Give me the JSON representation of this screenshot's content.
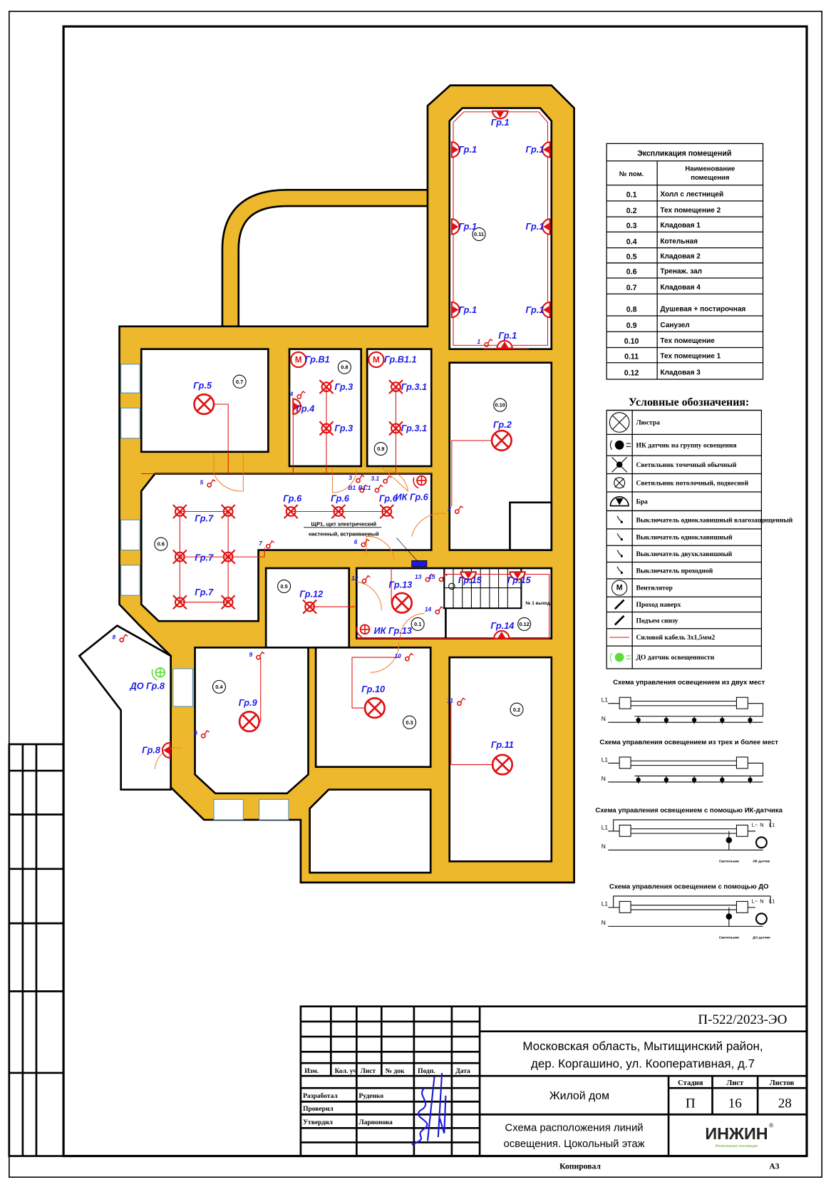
{
  "colors": {
    "wall": "#eeb82c",
    "fixture": "#e01010",
    "label": "#1a1ae6",
    "sensor_do": "#5ddc3c",
    "door": "#f08030",
    "signature": "#1a1adc"
  },
  "rooms_table": {
    "title": "Экспликация помещений",
    "col_num": "№ пом.",
    "col_name_1": "Наименование",
    "col_name_2": "помещения",
    "rows": [
      {
        "num": "0.1",
        "name": "Холл с лестницей"
      },
      {
        "num": "0.2",
        "name": "Тех помещение 2"
      },
      {
        "num": "0.3",
        "name": "Кладовая 1"
      },
      {
        "num": "0.4",
        "name": "Котельная"
      },
      {
        "num": "0.5",
        "name": "Кладовая 2"
      },
      {
        "num": "0.6",
        "name": "Тренаж. зал"
      },
      {
        "num": "0.7",
        "name": "Кладовая 4"
      },
      {
        "num": "0.8",
        "name": "Душевая + постирочная"
      },
      {
        "num": "0.9",
        "name": "Санузел"
      },
      {
        "num": "0.10",
        "name": "Тех помещение"
      },
      {
        "num": "0.11",
        "name": "Тех помещение 1"
      },
      {
        "num": "0.12",
        "name": "Кладовая 3"
      }
    ]
  },
  "legend": {
    "title": "Условные обозначения:",
    "items": [
      {
        "icon": "chandelier-icon",
        "label": "Люстра"
      },
      {
        "icon": "ir-sensor-icon",
        "label": "ИК датчик на группу освещения"
      },
      {
        "icon": "spot-light-icon",
        "label": "Светильник точечный обычный"
      },
      {
        "icon": "ceiling-light-icon",
        "label": "Светильник потолочный, подвесной"
      },
      {
        "icon": "sconce-icon",
        "label": "Бра"
      },
      {
        "icon": "switch-waterproof-icon",
        "label": "Выключатель одноклавишный влагозащищенный"
      },
      {
        "icon": "switch-single-icon",
        "label": "Выключатель одноклавишный"
      },
      {
        "icon": "switch-double-icon",
        "label": "Выключатель двухклавишный"
      },
      {
        "icon": "switch-passthrough-icon",
        "label": "Выключатель проходной"
      },
      {
        "icon": "fan-icon",
        "label": "Вентилятор"
      },
      {
        "icon": "pass-up-icon",
        "label": "Проход наверх"
      },
      {
        "icon": "rise-below-icon",
        "label": "Подъем снизу"
      },
      {
        "icon": "cable-line-icon",
        "label": "Силовой кабель 3х1,5мм2"
      },
      {
        "icon": "do-sensor-icon",
        "label": "ДО датчик освещенности"
      }
    ]
  },
  "schemes": [
    {
      "title": "Схема управления освещением из двух мест",
      "L": "L1",
      "N": "N"
    },
    {
      "title": "Схема управления освещением из трех и более мест",
      "L": "L1",
      "N": "N"
    },
    {
      "title": "Схема управления освещением с помощью ИК-датчика",
      "L": "L1",
      "N": "N",
      "Lout": "L~",
      "Nout": "N",
      "Lin": "L1",
      "lamp": "Светильник",
      "sensor": "ИК датчик"
    },
    {
      "title": "Схема управления освещением с помощью ДО",
      "L": "L1",
      "N": "N",
      "Lout": "L~",
      "Nout": "N",
      "Lin": "L1",
      "lamp": "Светильник",
      "sensor": "ДО датчик"
    }
  ],
  "plan": {
    "room_tags": [
      "0.7",
      "0.8",
      "0.9",
      "0.10",
      "0.11",
      "0.6",
      "0.5",
      "0.1",
      "0.12",
      "0.4",
      "0.3",
      "0.2"
    ],
    "fixtures": [
      {
        "type": "sconce",
        "label": "Гр.1"
      },
      {
        "type": "sconce",
        "label": "Гр.1"
      },
      {
        "type": "sconce",
        "label": "Гр.1"
      },
      {
        "type": "sconce",
        "label": "Гр.1"
      },
      {
        "type": "sconce",
        "label": "Гр.1"
      },
      {
        "type": "sconce",
        "label": "Гр.1"
      },
      {
        "type": "sconce",
        "label": "Гр.1"
      },
      {
        "type": "sconce",
        "label": "Гр.1"
      },
      {
        "type": "fan",
        "label": "Гр.В1"
      },
      {
        "type": "fan",
        "label": "Гр.В1.1"
      },
      {
        "type": "spot",
        "label": "Гр.3"
      },
      {
        "type": "spot",
        "label": "Гр.3"
      },
      {
        "type": "spot",
        "label": "Гр.3.1"
      },
      {
        "type": "spot",
        "label": "Гр.3.1"
      },
      {
        "type": "sconce",
        "label": "Гр.4"
      },
      {
        "type": "chandelier",
        "label": "Гр.5"
      },
      {
        "type": "chandelier",
        "label": "Гр.2"
      },
      {
        "type": "spot",
        "label": "Гр.6"
      },
      {
        "type": "spot",
        "label": "Гр.6"
      },
      {
        "type": "spot",
        "label": "Гр.6"
      },
      {
        "type": "ir",
        "label": "ИК Гр.6"
      },
      {
        "type": "spot",
        "label": "Гр.7"
      },
      {
        "type": "spot",
        "label": ""
      },
      {
        "type": "spot",
        "label": "Гр.7"
      },
      {
        "type": "spot",
        "label": ""
      },
      {
        "type": "spot",
        "label": "Гр.7"
      },
      {
        "type": "spot",
        "label": ""
      },
      {
        "type": "spot",
        "label": "Гр.12"
      },
      {
        "type": "chandelier",
        "label": "Гр.13"
      },
      {
        "type": "ir",
        "label": "ИК Гр.13"
      },
      {
        "type": "sconce",
        "label": "Гр.15"
      },
      {
        "type": "sconce",
        "label": "Гр.15"
      },
      {
        "type": "sconce",
        "label": "Гр.14"
      },
      {
        "type": "chandelier",
        "label": "Гр.9"
      },
      {
        "type": "chandelier",
        "label": "Гр.10"
      },
      {
        "type": "chandelier",
        "label": "Гр.11"
      },
      {
        "type": "sconce",
        "label": "Гр.8"
      },
      {
        "type": "do",
        "label": "ДО Гр.8"
      }
    ],
    "switches": [
      "1",
      "2",
      "3",
      "3.1",
      "В1",
      "В1.1",
      "4",
      "5",
      "6",
      "7",
      "8",
      "9",
      "9",
      "10",
      "11",
      "12",
      "13",
      "15",
      "14"
    ],
    "panel_note_1": "ЩР1, щит электрический",
    "panel_note_2": "настенный, встраиваемый",
    "exit_note": "№ 1 выход"
  },
  "title_block": {
    "code": "П-522/2023-ЭО",
    "address_1": "Московская область, Мытищинский район,",
    "address_2": "дер. Коргашино, ул. Кооперативная, д.7",
    "object": "Жилой дом",
    "sheet_title_1": "Схема расположения линий",
    "sheet_title_2": "освещения. Цокольный этаж",
    "col_headers": [
      "Изм.",
      "Кол. уч",
      "Лист",
      "№ док",
      "Подп.",
      "Дата"
    ],
    "roles": [
      {
        "role": "Разработал",
        "name": "Руденко"
      },
      {
        "role": "Проверил",
        "name": ""
      },
      {
        "role": "Утвердил",
        "name": "Ларионова"
      }
    ],
    "stage_label": "Стадия",
    "sheet_label": "Лист",
    "sheets_label": "Листов",
    "stage": "П",
    "sheet": "16",
    "sheets": "28",
    "logo_text": "ИНЖИН",
    "logo_sub": "Инженерные инновации",
    "copied": "Копировал",
    "format": "А3"
  }
}
